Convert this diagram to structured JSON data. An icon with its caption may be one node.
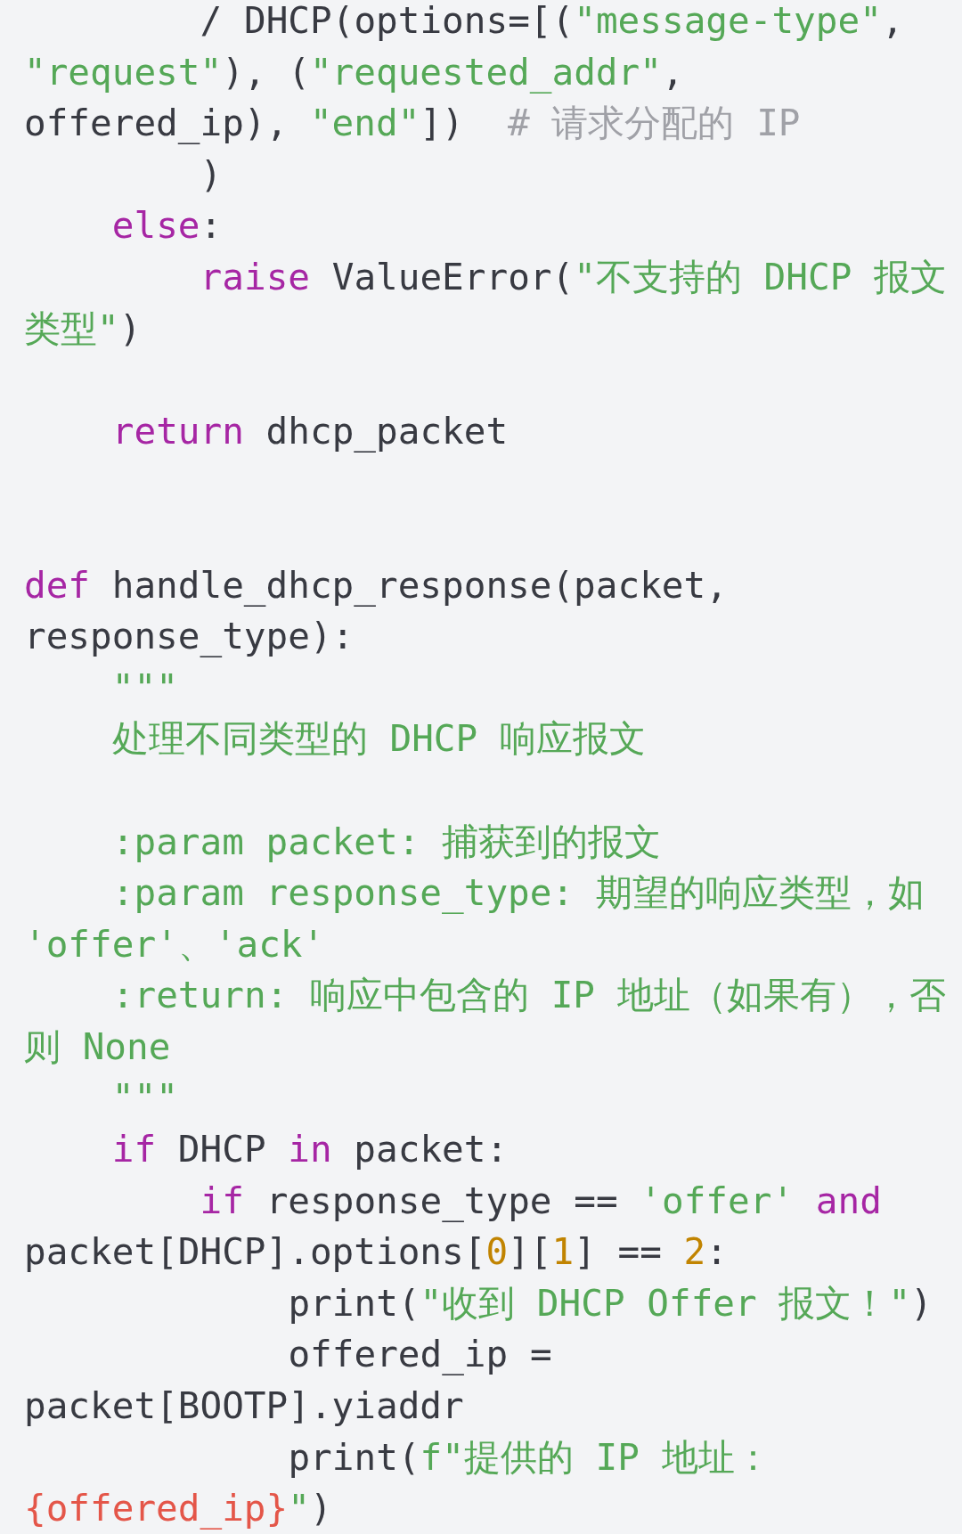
{
  "diagram": {
    "labels": [
      "/ DHCP(options=[(\"message-type\", \"request\"), (\"requested_addr\", offered_ip), \"end\"])  # 请求分配的 IP",
      ")",
      "else:",
      "raise ValueError(\"不支持的 DHCP 报文类型\")",
      "return dhcp_packet",
      "def handle_dhcp_response(packet, response_type):",
      "\"\"\"",
      "处理不同类型的 DHCP 响应报文",
      ":param packet: 捕获到的报文",
      ":param response_type: 期望的响应类型，如 'offer'、'ack'",
      ":return: 响应中包含的 IP 地址（如果有），否则 None",
      "\"\"\"",
      "if DHCP in packet:",
      "if response_type == 'offer' and packet[DHCP].options[0][1] == 2:",
      "print(\"收到 DHCP Offer 报文！\")",
      "offered_ip = packet[BOOTP].yiaddr",
      "print(f\"提供的 IP 地址：{offered_ip}\")"
    ]
  }
}
